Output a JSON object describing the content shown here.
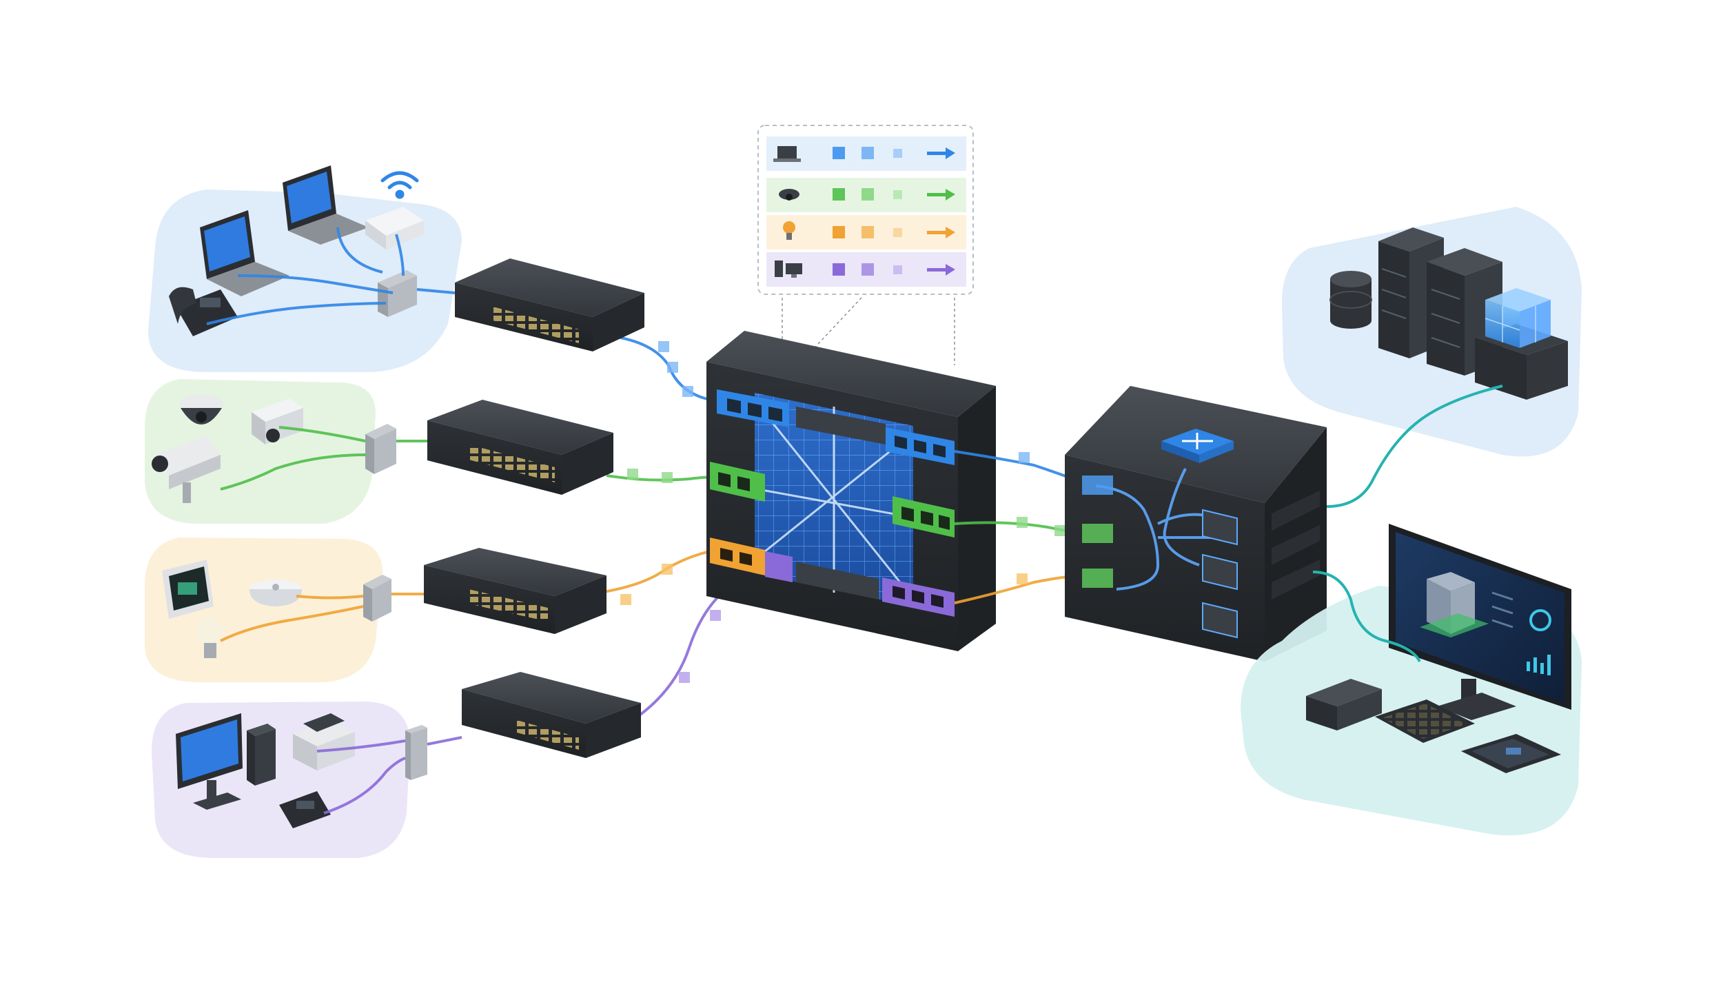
{
  "colors": {
    "blue": "#2f86e6",
    "green": "#4fbf4a",
    "orange": "#f0a233",
    "purple": "#8a6ad8",
    "teal": "#25b3b0",
    "zone_blue": "#dbeaf8",
    "zone_green": "#e4f3df",
    "zone_orange": "#fcefd6",
    "zone_purple": "#eae4f8",
    "zone_teal": "#d4f0ef",
    "device_dark": "#2f3338",
    "device_mid": "#42474d"
  },
  "legend": {
    "rows": [
      {
        "icon": "laptop-icon",
        "color": "#2f86e6",
        "bg": "#e3effb"
      },
      {
        "icon": "camera-icon",
        "color": "#4fbf4a",
        "bg": "#e6f5e2"
      },
      {
        "icon": "bulb-icon",
        "color": "#f0a233",
        "bg": "#fdf1dc"
      },
      {
        "icon": "pc-icon",
        "color": "#8a6ad8",
        "bg": "#ece6f9"
      }
    ]
  },
  "zones": [
    {
      "name": "office-zone",
      "color": "#2f86e6",
      "devices": [
        "laptop-icon",
        "laptop-icon",
        "wifi-icon",
        "ip-phone-icon",
        "access-point-icon"
      ]
    },
    {
      "name": "camera-zone",
      "color": "#4fbf4a",
      "devices": [
        "dome-camera-icon",
        "box-camera-icon",
        "bullet-camera-icon"
      ]
    },
    {
      "name": "iot-zone",
      "color": "#f0a233",
      "devices": [
        "thermostat-icon",
        "sensor-icon",
        "bulb-icon"
      ]
    },
    {
      "name": "workstation-zone",
      "color": "#8a6ad8",
      "devices": [
        "monitor-icon",
        "pc-tower-icon",
        "printer-icon",
        "ip-phone-icon"
      ]
    }
  ],
  "right_zones": [
    {
      "name": "datacenter-zone",
      "color": "#2f86e6",
      "devices": [
        "database-icon",
        "server-rack-icon",
        "server-rack-icon",
        "cube-stack-icon"
      ]
    },
    {
      "name": "control-zone",
      "color": "#25b3b0",
      "devices": [
        "monitor-dashboard-icon",
        "mini-pc-icon",
        "keyboard-icon",
        "control-panel-icon"
      ]
    }
  ]
}
